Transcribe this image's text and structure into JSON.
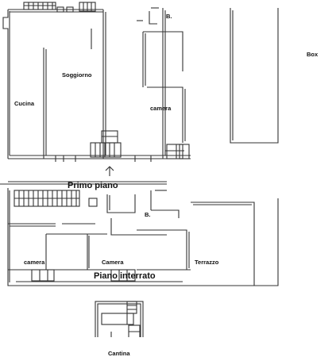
{
  "floors": [
    {
      "title": "",
      "rooms": [
        "Cucina",
        "Soggiorno",
        "camera",
        "B.",
        "Box"
      ]
    },
    {
      "title": "Primo piano",
      "rooms": [
        "B.",
        "camera",
        "Camera",
        "Terrazzo"
      ]
    },
    {
      "title": "Piano interrato",
      "rooms": [
        "Cantina"
      ]
    }
  ],
  "colors": {
    "wall": "#333333",
    "background": "#ffffff"
  },
  "icons": [
    "stair-arrow-icon"
  ]
}
